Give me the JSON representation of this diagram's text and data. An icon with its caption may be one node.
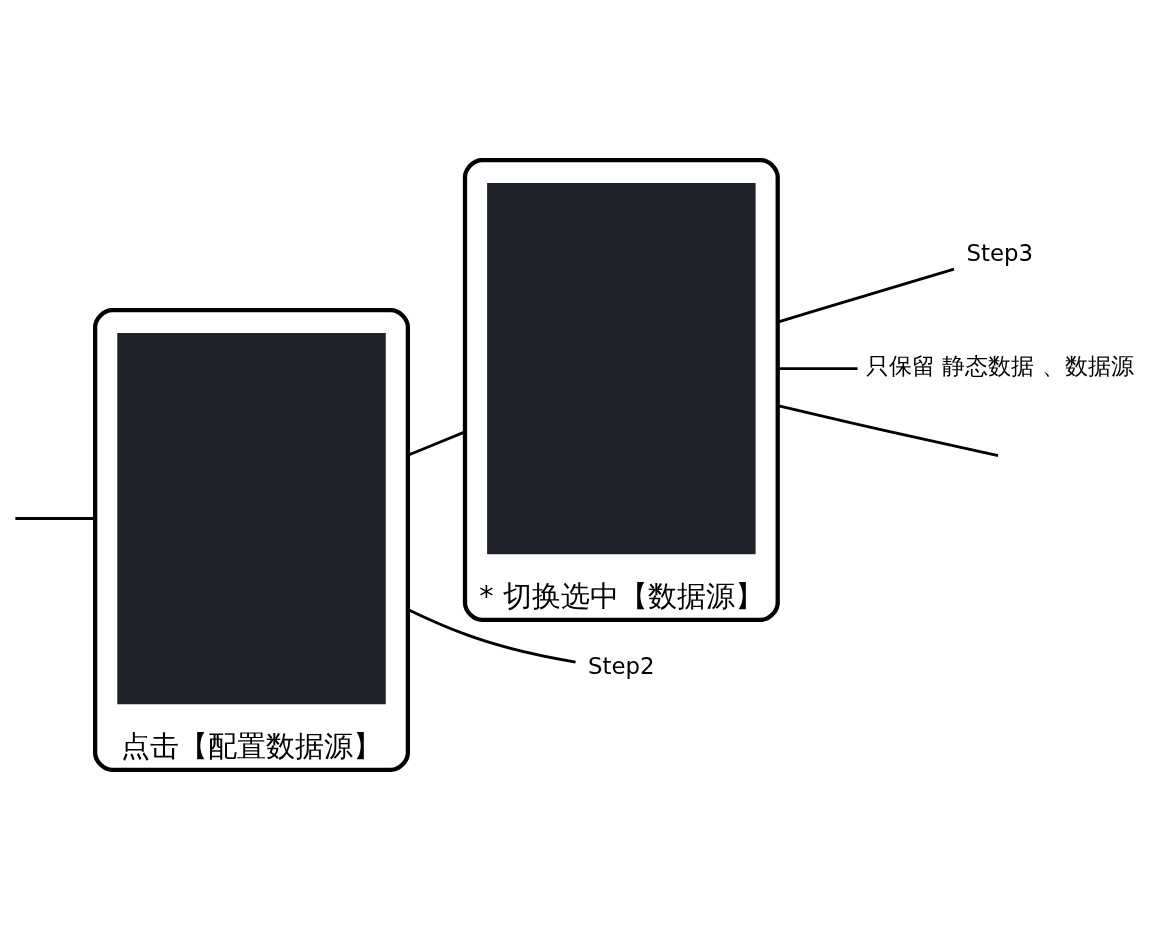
{
  "diagram": {
    "nodes": [
      {
        "text": [
          "点击【配置数据源】"
        ]
      },
      {
        "text": [],
        "shape": "box",
        "in": 0
      },
      {
        "text": [
          "* 切换选中【数据源】"
        ]
      },
      {
        "text": [],
        "shape": "box",
        "in": 2
      },
      {
        "text": [
          "Step2"
        ]
      },
      {
        "text": [
          "Step3"
        ]
      },
      {
        "text": [
          "只保留 静态数据 、数据源"
        ]
      }
    ],
    "edges": [
      {
        "from": null,
        "to": 0,
        "arrow": "none"
      },
      {
        "from": 0,
        "to": 2,
        "arrow": "none"
      },
      {
        "from": 2,
        "to": null,
        "arrow": "none"
      },
      {
        "from": 0,
        "to": 4,
        "arrow": "none"
      },
      {
        "from": 2,
        "to": 5,
        "arrow": "none"
      },
      {
        "from": 2,
        "to": 6,
        "arrow": "none"
      }
    ]
  }
}
